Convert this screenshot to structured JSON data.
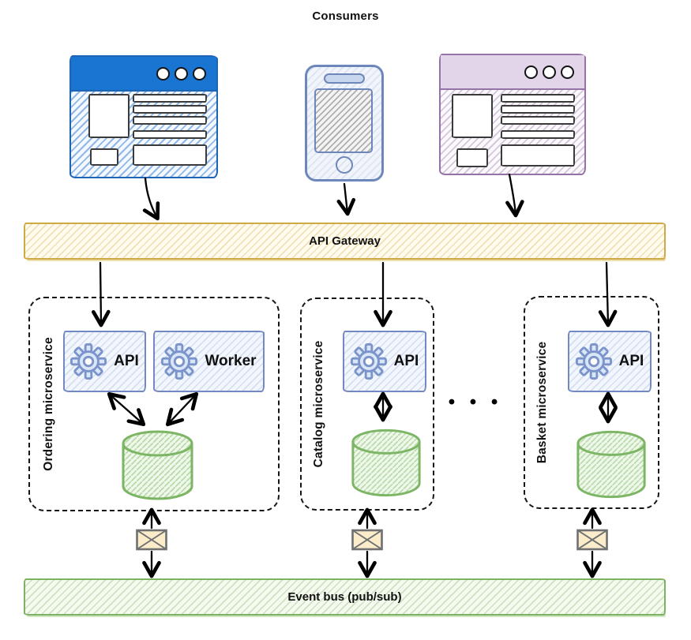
{
  "diagram": {
    "title": "Consumers",
    "consumers": {
      "devices": [
        {
          "name": "web-browser-blue"
        },
        {
          "name": "mobile-app"
        },
        {
          "name": "web-browser-purple"
        }
      ]
    },
    "api_gateway": {
      "label": "API Gateway"
    },
    "microservices": [
      {
        "label": "Ordering microservice",
        "services": [
          {
            "label": "API"
          },
          {
            "label": "Worker"
          }
        ],
        "has_database": true
      },
      {
        "label": "Catalog microservice",
        "services": [
          {
            "label": "API"
          }
        ],
        "has_database": true
      },
      {
        "label": "Basket microservice",
        "services": [
          {
            "label": "API"
          }
        ],
        "has_database": true
      }
    ],
    "more_services_indicator": "• • •",
    "event_bus": {
      "label": "Event bus (pub/sub)"
    },
    "colors": {
      "blue_titlebar": "#1a74d2",
      "blue_outline": "#1d64b2",
      "purple_outline": "#9673a6",
      "purple_titlebar_fill": "#e2d5ea",
      "phone_outline": "#6d87ba",
      "gateway_border": "#d0a945",
      "gateway_fill": "#fffbee",
      "service_border": "#7289c4",
      "service_fill": "#f2f6fd",
      "database_green": "#7cb564",
      "database_fill": "#f0f8ec",
      "event_bus_border": "#7fb163",
      "event_bus_fill": "#f5faf1",
      "envelope_fill": "#fbecca",
      "envelope_border": "#6e7072",
      "arrow": "#000000"
    }
  }
}
